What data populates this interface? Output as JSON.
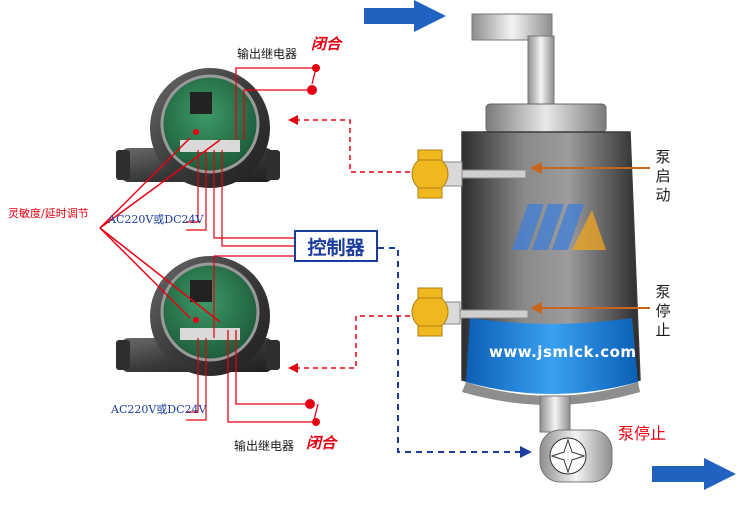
{
  "labels": {
    "output_relay": "输出继电器",
    "closed": "闭合",
    "sensitivity_delay_adjust": "灵敏度/延时调节",
    "power_spec": "AC220V或DC24V",
    "controller": "控制器",
    "pump_start": "泵启动",
    "pump_stop": "泵停止",
    "website": "www.jsmlck.com"
  },
  "colors": {
    "red_wire": "#e60012",
    "blue_dashed": "#1a3c9e",
    "arrow_blue": "#2161c0",
    "switch_yellow": "#f0b81e",
    "liquid_blue": "#1e7fd8",
    "tank_gray": "#6e6e6e"
  },
  "icons": [
    "inflow-arrow",
    "outflow-arrow",
    "pump-impeller-icon",
    "relay-contact-icon"
  ]
}
